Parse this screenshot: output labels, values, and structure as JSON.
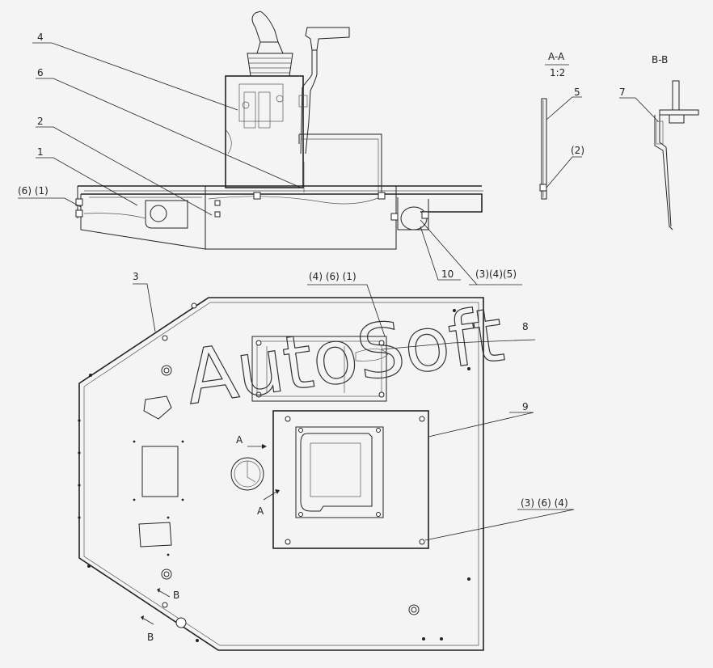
{
  "labels": {
    "l4": "4",
    "l6": "6",
    "l2": "2",
    "l1": "1",
    "l6_1": "(6)  (1)",
    "l3": "3",
    "l4_6_1": "(4)  (6)  (1)",
    "l10": "10",
    "l3_4_5": "(3)(4)(5)",
    "l8": "8",
    "l9": "9",
    "l3_6_4": "(3)  (6)  (4)",
    "aa_title": "A-A",
    "aa_scale": "1:2",
    "bb_title": "B-B",
    "l5": "5",
    "l2b": "(2)",
    "l7": "7",
    "arrowA1": "A",
    "arrowA2": "A",
    "arrowB1": "B",
    "arrowB2": "B"
  },
  "watermark": "AutoSoft"
}
